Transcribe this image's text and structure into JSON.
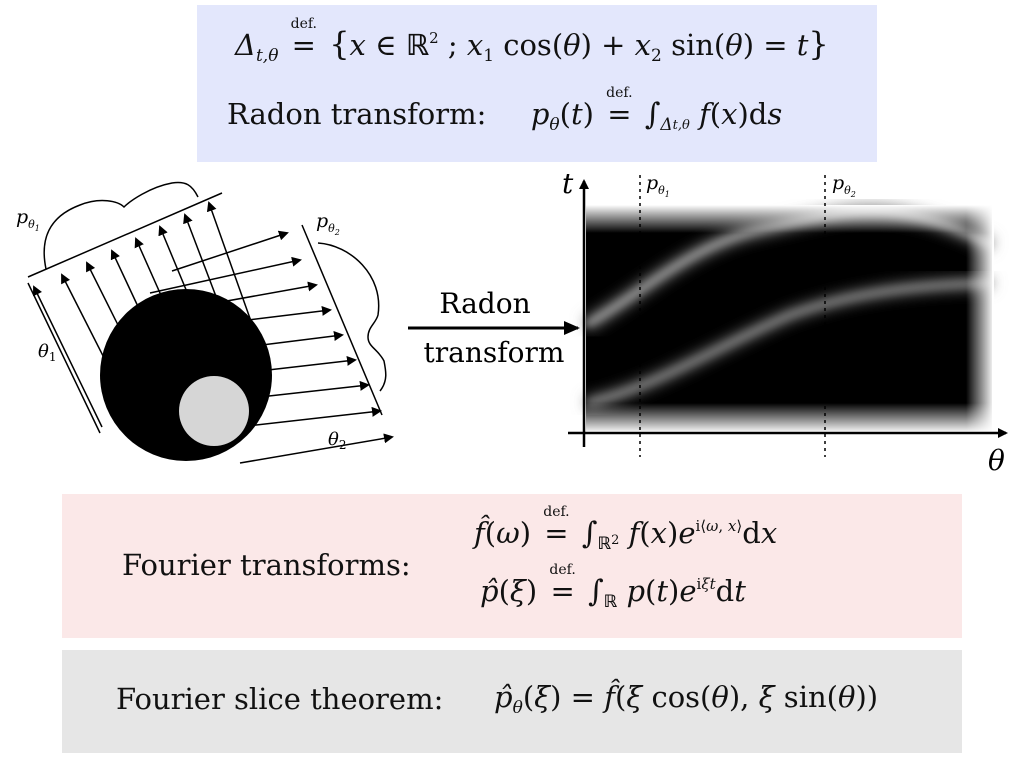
{
  "top_box": {
    "line1": "Δt,θ ≝ {x ∈ ℝ² ; x₁ cos(θ) + x₂ sin(θ) = t}",
    "line2_label": "Radon transform:",
    "line2_formula": "pθ(t) ≝ ∫Δt,θ f(x)ds"
  },
  "diagram": {
    "left_label_ptheta1": "pθ₁",
    "left_label_ptheta2": "pθ₂",
    "left_label_theta1": "θ₁",
    "left_label_theta2": "θ₂",
    "arrow_label_line1": "Radon",
    "arrow_label_line2": "transform",
    "plot_axis_t": "t",
    "plot_axis_theta": "θ",
    "plot_marker1": "pθ₁",
    "plot_marker2": "pθ₂"
  },
  "fourier_box": {
    "label": "Fourier transforms:",
    "formula1": "f̂(ω) ≝ ∫ℝ² f(x)e^{i⟨ω, x⟩}dx",
    "formula2": "p̂(ξ) ≝ ∫ℝ p(t)e^{iξt}dt"
  },
  "slice_box": {
    "label": "Fourier slice theorem:",
    "formula": "p̂θ(ξ) = f̂(ξ cos(θ), ξ sin(θ))"
  },
  "colors": {
    "top_box": "#e3e7fc",
    "fourier_box": "#fbe8e8",
    "slice_box": "#e6e6e6"
  }
}
